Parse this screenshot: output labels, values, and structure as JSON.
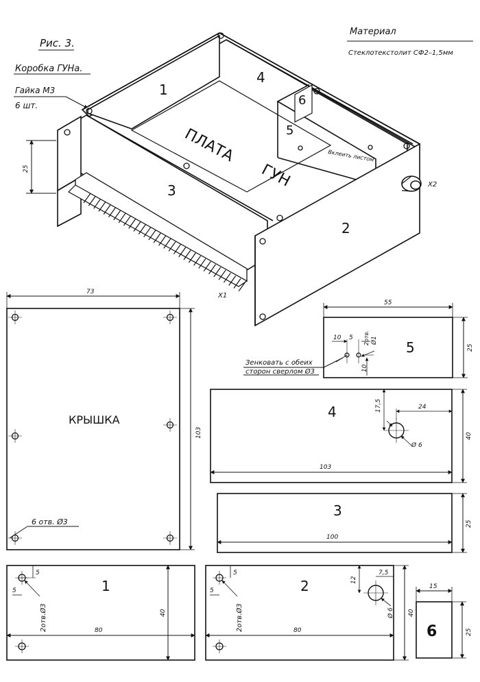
{
  "figure": {
    "caption": "Рис. 3.",
    "subtitle": "Коробка ГУНа."
  },
  "material": {
    "label": "Материал",
    "value": "Стеклотекстолит СФ2–1,5мм"
  },
  "callouts": {
    "nuts": "Гайка М3",
    "nuts_qty": "6 шт.",
    "glue": "Вклеить листом",
    "countersink_line1": "Зенковать с обеих",
    "countersink_line2": "сторон сверлом Ø3",
    "holes_cover": "6 отв. Ø3",
    "holes_part1": "2отв.Ø3",
    "holes_part2": "2отв.Ø3",
    "holes_part5": "2отв.",
    "hole_d1": "Ø1"
  },
  "assembly": {
    "board_line1": "ПЛАТА",
    "board_line2": "ГУН",
    "part_labels": [
      "1",
      "2",
      "3",
      "4",
      "5",
      "6"
    ],
    "connector_x1": "X1",
    "connector_x2": "X2",
    "height_dim": "25"
  },
  "cover": {
    "title": "КРЫШКА",
    "width": "73",
    "height": "103"
  },
  "parts": {
    "p5": {
      "label": "5",
      "width": "55",
      "height": "25",
      "d10a": "10",
      "d5": "5",
      "d10b": "10"
    },
    "p4": {
      "label": "4",
      "width": "103",
      "height": "40",
      "d17_5": "17,5",
      "d24": "24",
      "dhole": "Ø 6"
    },
    "p3": {
      "label": "3",
      "width": "100",
      "height": "25"
    },
    "p1": {
      "label": "1",
      "width": "80",
      "height": "40",
      "d5a": "5",
      "d5b": "5"
    },
    "p2": {
      "label": "2",
      "width": "80",
      "height": "40",
      "d5a": "5",
      "d5b": "5",
      "d12": "12",
      "d7_5": "7,5",
      "dhole": "Ø 6"
    },
    "p6": {
      "label": "6",
      "width": "15",
      "height": "25"
    }
  }
}
